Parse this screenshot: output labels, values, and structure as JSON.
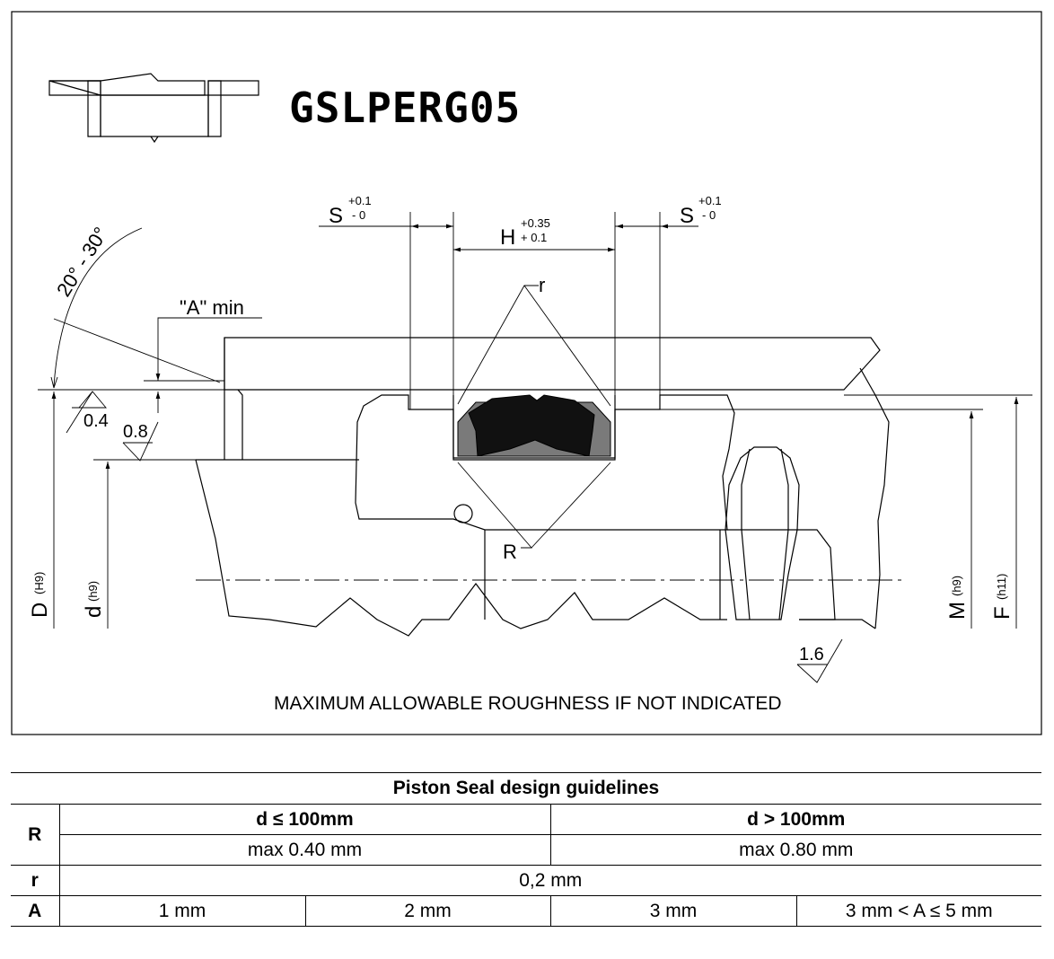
{
  "product": {
    "code": "GSLPERG05",
    "code_color": "#6b9a2f"
  },
  "drawing": {
    "labels": {
      "s_left": "S",
      "s_left_tol_upper": "+0.1",
      "s_left_tol_lower": "- 0",
      "h": "H",
      "h_tol_upper": "+0.35",
      "h_tol_lower": "+ 0.1",
      "s_right": "S",
      "s_right_tol_upper": "+0.1",
      "s_right_tol_lower": "- 0",
      "r_small": "r",
      "r_large": "R",
      "angle": "20° - 30°",
      "a_min": "\"A\" min",
      "rough_04": "0.4",
      "rough_08": "0.8",
      "rough_16": "1.6",
      "D": "D",
      "D_tol": "(H9)",
      "d": "d",
      "d_tol": "(h9)",
      "M": "M",
      "M_tol": "(h9)",
      "F": "F",
      "F_tol": "(h11)",
      "note": "MAXIMUM ALLOWABLE ROUGHNESS IF NOT INDICATED"
    },
    "colors": {
      "seal_black": "#111111",
      "seal_grey": "#7a7a7a"
    }
  },
  "guidelines": {
    "title": "Piston Seal design guidelines",
    "R": {
      "label": "R",
      "col1_header": "d ≤ 100mm",
      "col2_header": "d > 100mm",
      "col1_value": "max 0.40 mm",
      "col2_value": "max 0.80 mm"
    },
    "r": {
      "label": "r",
      "value": "0,2 mm"
    },
    "A": {
      "label": "A",
      "values": [
        "1 mm",
        "2 mm",
        "3 mm",
        "3 mm < A ≤ 5 mm"
      ]
    }
  }
}
